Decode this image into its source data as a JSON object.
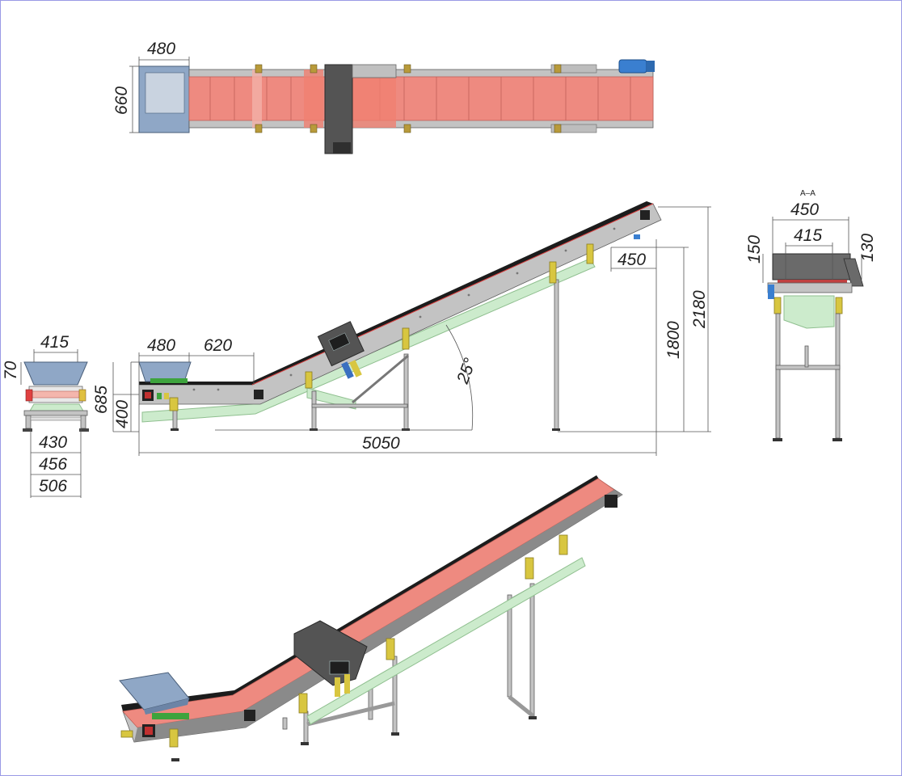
{
  "top_view": {
    "dims": {
      "width": "480",
      "height": "660"
    }
  },
  "side_view": {
    "dims": {
      "hopper_len": "480",
      "flat_len": "620",
      "overall_h": "2180",
      "discharge_h": "1800",
      "discharge_len": "450",
      "inlet_h": "685",
      "base_h": "400",
      "total_len": "5050",
      "angle": "25°"
    }
  },
  "front_view": {
    "dims": {
      "top": "415",
      "side": "70",
      "w1": "430",
      "w2": "456",
      "w3": "506"
    }
  },
  "section_view": {
    "title": "А–А",
    "dims": {
      "outer": "450",
      "inner": "415",
      "left_h": "150",
      "right_h": "130"
    }
  },
  "colors": {
    "belt": "#ee8a80",
    "frame": "#c3c3c3",
    "support": "#ccebcc",
    "hopper": "#8fa7c6",
    "motor": "#3a7fd0",
    "bracket": "#d8c640",
    "detector": "#545454"
  }
}
